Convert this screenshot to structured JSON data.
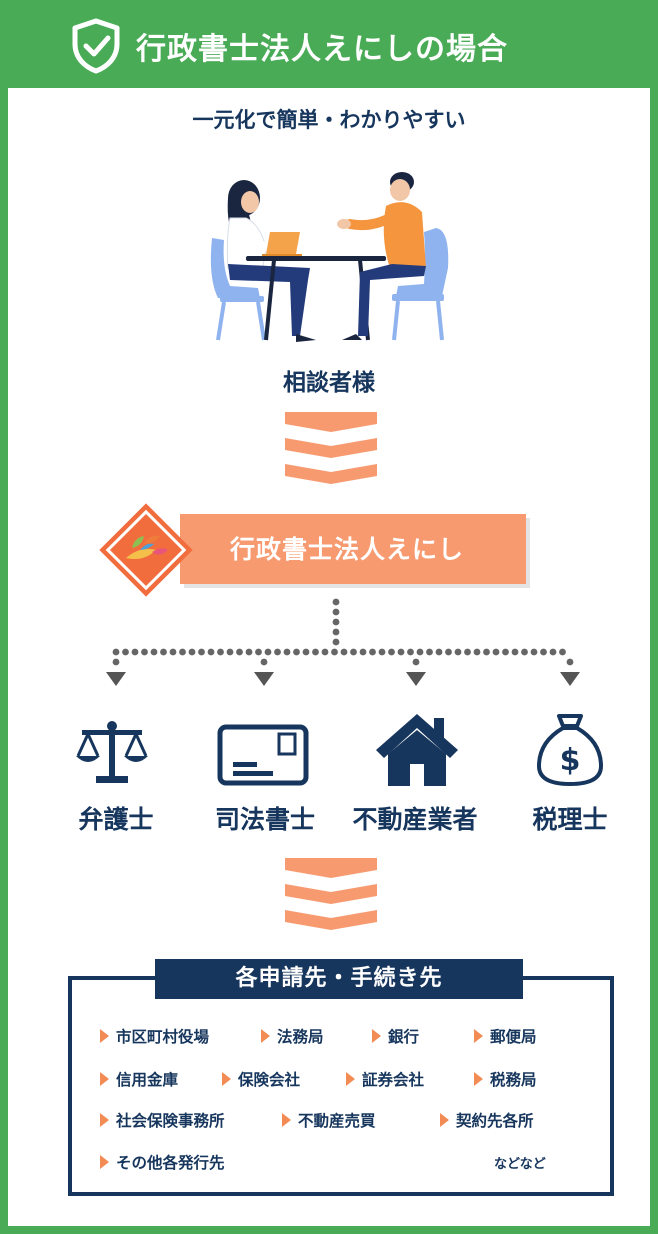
{
  "header": {
    "title": "行政書士法人えにしの場合"
  },
  "subtitle": "一元化で簡単・わかりやすい",
  "consultant_label": "相談者様",
  "company_label": "行政書士法人えにし",
  "professionals": [
    {
      "label": "弁護士",
      "icon": "scales-icon"
    },
    {
      "label": "司法書士",
      "icon": "envelope-icon"
    },
    {
      "label": "不動産業者",
      "icon": "house-icon"
    },
    {
      "label": "税理士",
      "icon": "money-bag-icon"
    }
  ],
  "destinations": {
    "title": "各申請先・手続き先",
    "items": [
      "市区町村役場",
      "法務局",
      "銀行",
      "郵便局",
      "信用金庫",
      "保険会社",
      "証券会社",
      "税務局",
      "社会保険事務所",
      "不動産売買",
      "契約先各所",
      "その他各発行先"
    ],
    "footer": "などなど"
  },
  "colors": {
    "brand_green": "#4aab57",
    "navy": "#17365d",
    "orange": "#f79a70"
  }
}
